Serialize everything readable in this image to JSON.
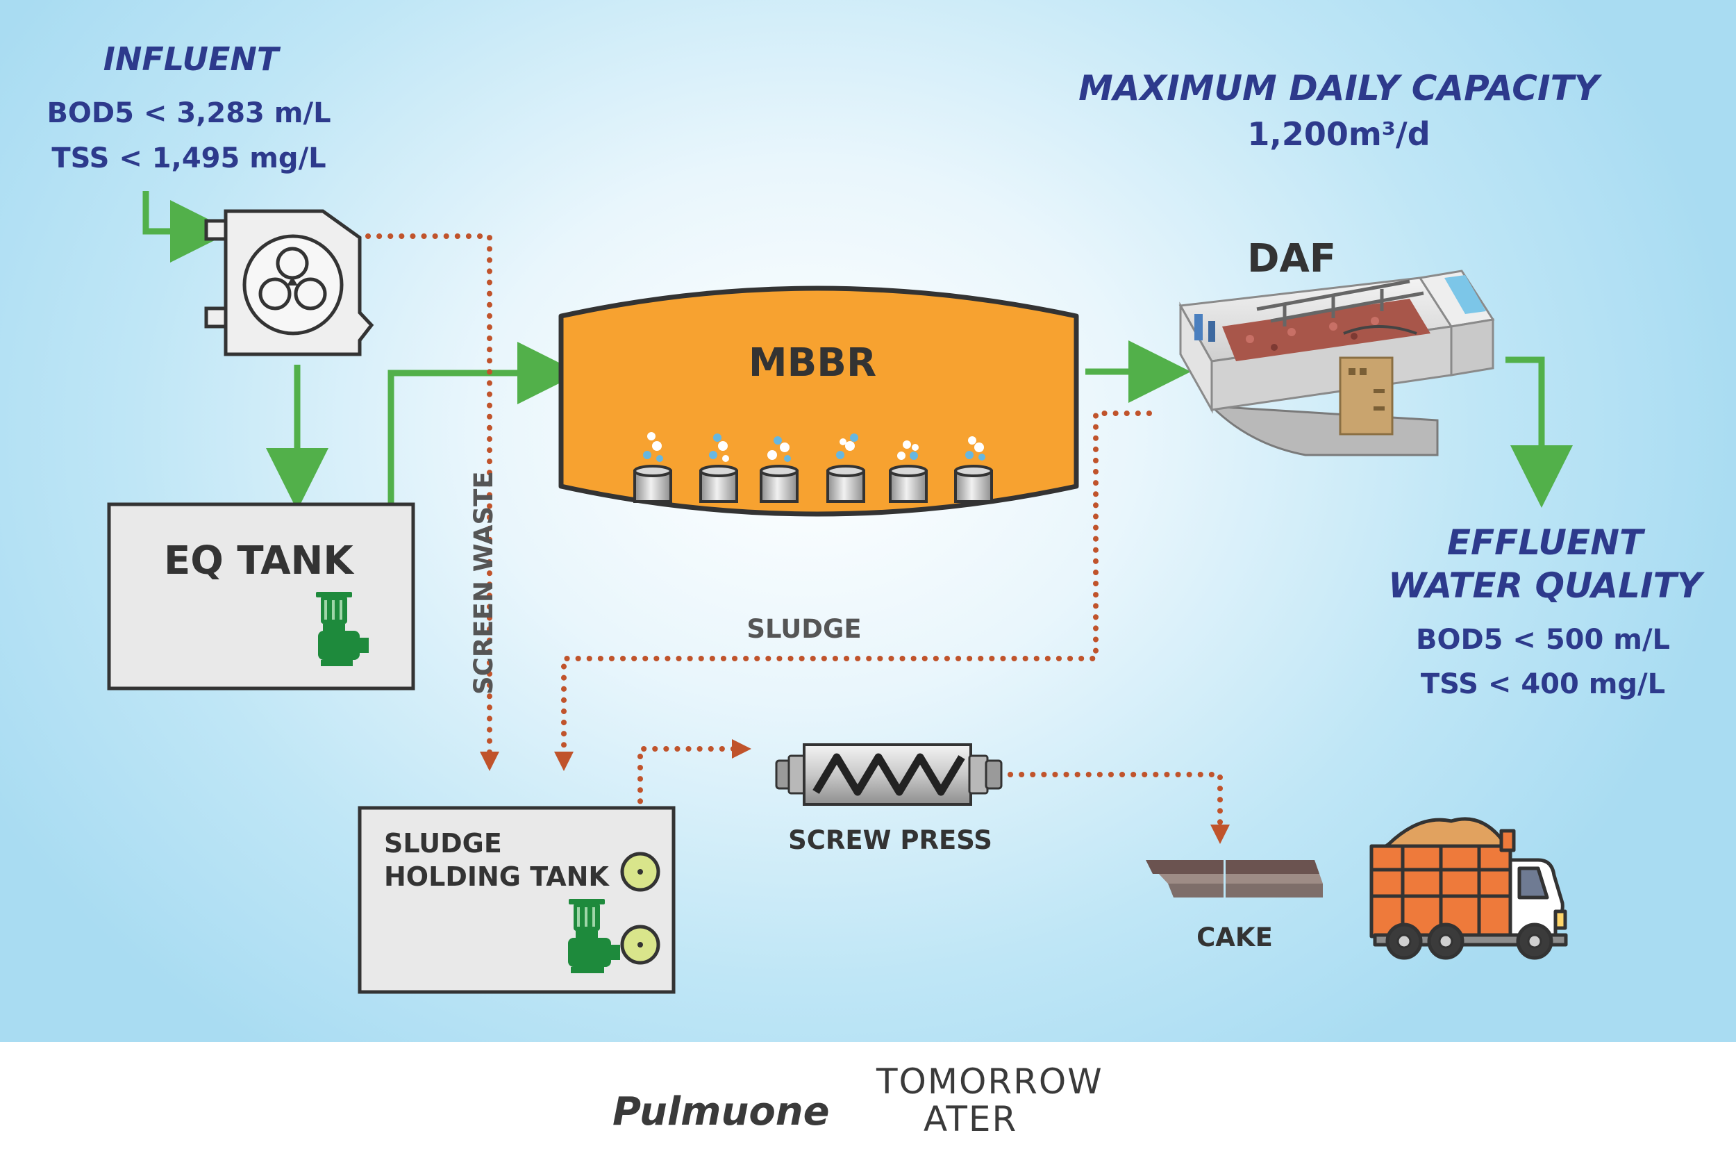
{
  "influent": {
    "title": "INFLUENT",
    "bod": "BOD5 < 3,283 m/L",
    "tss": "TSS < 1,495 mg/L"
  },
  "capacity": {
    "title": "MAXIMUM DAILY CAPACITY",
    "value": "1,200m³/d"
  },
  "effluent": {
    "title_line1": "EFFLUENT",
    "title_line2": "WATER QUALITY",
    "bod": "BOD5 < 500 m/L",
    "tss": "TSS < 400 mg/L"
  },
  "units": {
    "mbbr": "MBBR",
    "daf": "DAF",
    "eq_tank": "EQ TANK",
    "sludge_tank_line1": "SLUDGE",
    "sludge_tank_line2": "HOLDING TANK",
    "screw_press": "SCREW PRESS",
    "cake": "CAKE"
  },
  "flow_labels": {
    "screen_waste": "SCREEN WASTE",
    "sludge": "SLUDGE"
  },
  "footer": {
    "logo1": "Pulmuone",
    "logo2_line1": "TOMORROW",
    "logo2_line2": "ATER"
  },
  "colors": {
    "water_flow": "#52b04a",
    "sludge_flow": "#c0532b",
    "mbbr_fill": "#f7a230",
    "label_navy": "#2d3a8c",
    "pump_green": "#1e8a3c"
  },
  "icons": {
    "screen": "rotary-screen-icon",
    "pump": "pump-icon",
    "media": "media-carrier-icon",
    "truck": "dump-truck-icon",
    "cake": "sludge-cake-icon"
  }
}
